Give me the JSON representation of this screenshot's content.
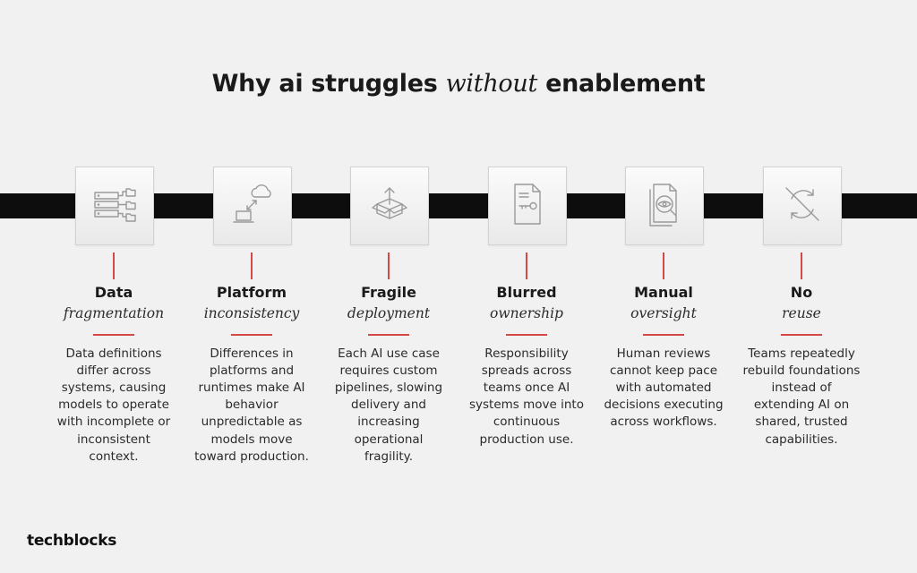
{
  "title": {
    "before": "Why ai struggles",
    "emphasis": "without",
    "after": "enablement"
  },
  "steps": [
    {
      "icon": "data-flow-icon",
      "label_bold": "Data",
      "label_italic": "fragmentation",
      "description": "Data definitions differ across systems, causing models to operate with incomplete or inconsistent context."
    },
    {
      "icon": "cloud-laptop-sync-icon",
      "label_bold": "Platform",
      "label_italic": "inconsistency",
      "description": "Differences in platforms and runtimes make AI behavior unpredictable as models move toward production."
    },
    {
      "icon": "open-box-upload-icon",
      "label_bold": "Fragile",
      "label_italic": "deployment",
      "description": "Each AI use case requires custom pipelines, slowing delivery and increasing operational fragility."
    },
    {
      "icon": "document-key-icon",
      "label_bold": "Blurred",
      "label_italic": "ownership",
      "description": "Responsibility spreads across teams once AI systems move into continuous production use."
    },
    {
      "icon": "document-eye-search-icon",
      "label_bold": "Manual",
      "label_italic": "oversight",
      "description": "Human reviews cannot keep pace with automated decisions executing across workflows."
    },
    {
      "icon": "no-reuse-sync-icon",
      "label_bold": "No",
      "label_italic": "reuse",
      "description": "Teams repeatedly rebuild foundations instead of extending AI on shared, trusted capabilities."
    }
  ],
  "colors": {
    "accent": "#d54848",
    "band": "#0d0d0d",
    "background": "#f1f1f1"
  },
  "logo": {
    "text": "techblocks"
  }
}
